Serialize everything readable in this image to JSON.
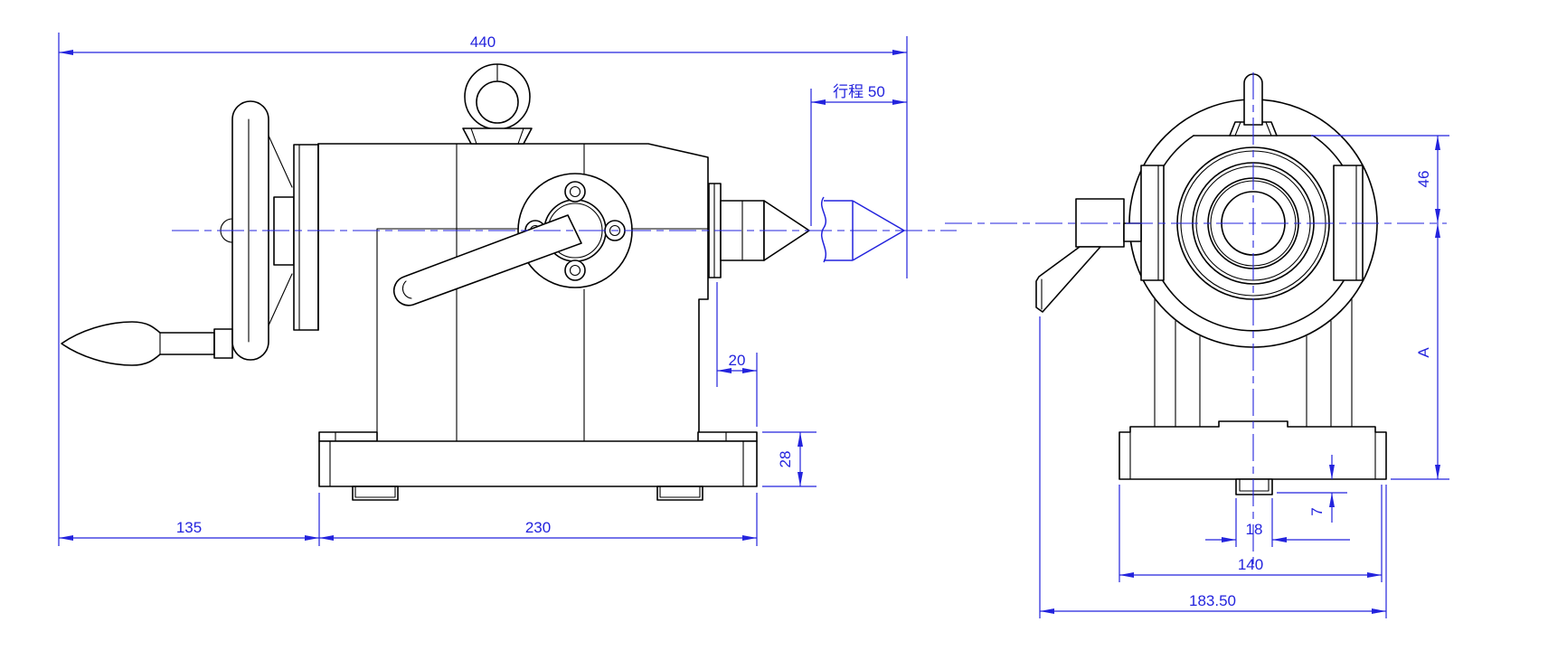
{
  "colors": {
    "background": "#ffffff",
    "object_lines": "#000000",
    "dimension_lines": "#2323dd"
  },
  "dimensions": {
    "overall_length": "440",
    "quill_stroke": "行程 50",
    "handle_to_base": "135",
    "base_length": "230",
    "quill_overhang": "20",
    "base_height": "28",
    "center_to_top": "46",
    "center_height": "A",
    "key_width": "18",
    "key_depth": "7",
    "base_width": "140",
    "overall_width": "183.50"
  }
}
